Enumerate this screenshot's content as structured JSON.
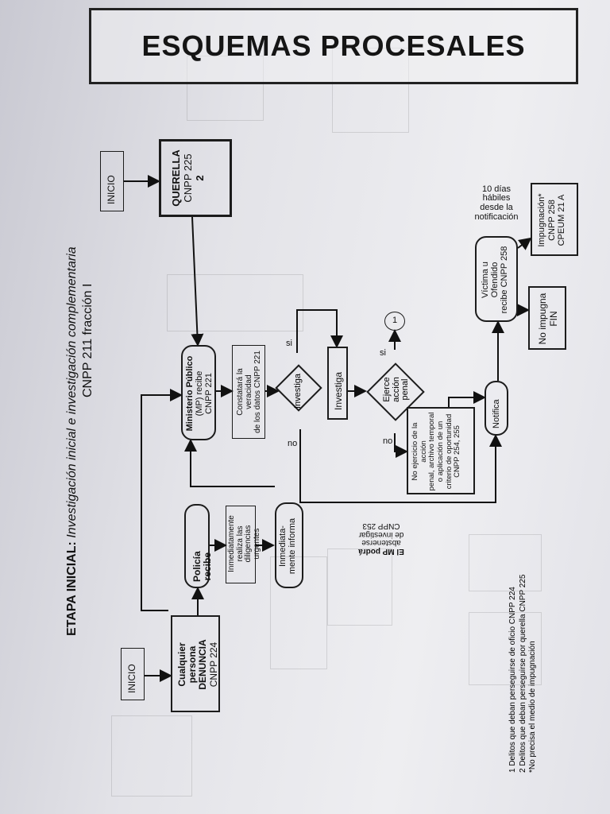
{
  "page_title": "ESQUEMAS PROCESALES",
  "heading": {
    "prefix": "ETAPA INICIAL:",
    "rest": " Investigación inicial e investigación complementaria",
    "line2": "CNPP 211 fracción I"
  },
  "nodes": {
    "inicio_querella": "INICIO",
    "querella": [
      "QUERELLA",
      "CNPP 225",
      "2"
    ],
    "inicio_denuncia": "INICIO",
    "denuncia": [
      "Cualquier persona",
      "DENUNCIA",
      "CNPP 224"
    ],
    "policia": "Policía recibe",
    "diligencias": [
      "Inmediatamente",
      "realiza las",
      "diligencias urgentes"
    ],
    "informa": [
      "Inmediata-",
      "mente informa"
    ],
    "mp_recibe": [
      "Ministerio Público",
      "(MP) recibe",
      "CNPP 221"
    ],
    "constatara": [
      "Constatará la veracidad",
      "de los datos CNPP 221"
    ],
    "investiga_q": "Investiga",
    "investiga": "Investiga",
    "ejerce": [
      "Ejerce",
      "acción",
      "penal"
    ],
    "circle_1": "1",
    "no_ejercicio": [
      "No ejercicio de la acción",
      "penal, archivo temporal",
      "o aplicación de un",
      "criterio de oportunidad",
      "CNPP 254, 255"
    ],
    "notifica": "Notifica",
    "victima": [
      "Víctima u",
      "Ofendido",
      "recibe CNPP 258"
    ],
    "no_impugna": [
      "No impugna",
      "FIN"
    ],
    "impugnacion": [
      "Impugnación*",
      "CNPP 258",
      "CPEUM 21  A"
    ],
    "diez_dias": [
      "10 días",
      "hábiles",
      "desde la",
      "notificación"
    ],
    "mp_abstenerse": [
      "El MP podrá",
      "abstenerse",
      "de investigar",
      "CNPP 253"
    ]
  },
  "edge_labels": {
    "si_1": "si",
    "no_1": "no",
    "si_2": "si",
    "no_2": "no"
  },
  "footnotes": [
    "1 Delitos que deban perseguirse de oficio CNPP 224",
    "2 Delitos que deban perseguirse por querella CNPP 225",
    "*No precisa el medio de impugnación"
  ]
}
